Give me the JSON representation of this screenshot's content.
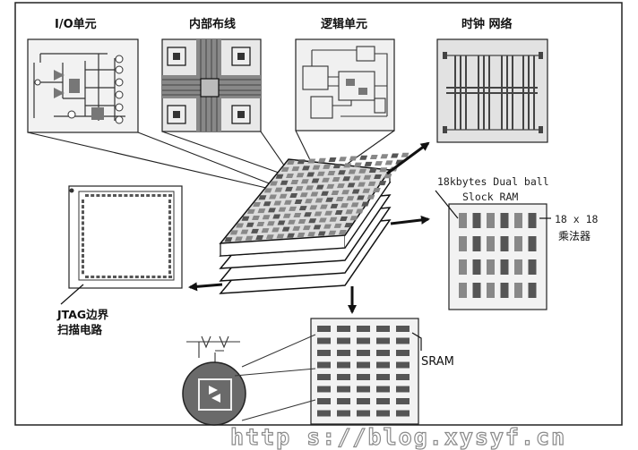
{
  "labels": {
    "io_unit": "I/O单元",
    "internal_routing": "内部布线",
    "logic_unit": "逻辑单元",
    "clock_network": "时钟  网络",
    "block_ram_line1": "18kbytes Dual ball",
    "block_ram_line2": "Slock RAM",
    "multiplier_line1": "18 x 18",
    "multiplier_line2": "乘法器",
    "jtag_line1": "JTAG边界",
    "jtag_line2": "扫描电路",
    "sram": "SRAM"
  },
  "watermark": "http s://blog.xysyf.cn",
  "colors": {
    "frame": "#222222",
    "block_dark": "#555555",
    "block_mid": "#888888",
    "block_light": "#bbbbbb",
    "panel_bg": "#e6e6e6"
  }
}
